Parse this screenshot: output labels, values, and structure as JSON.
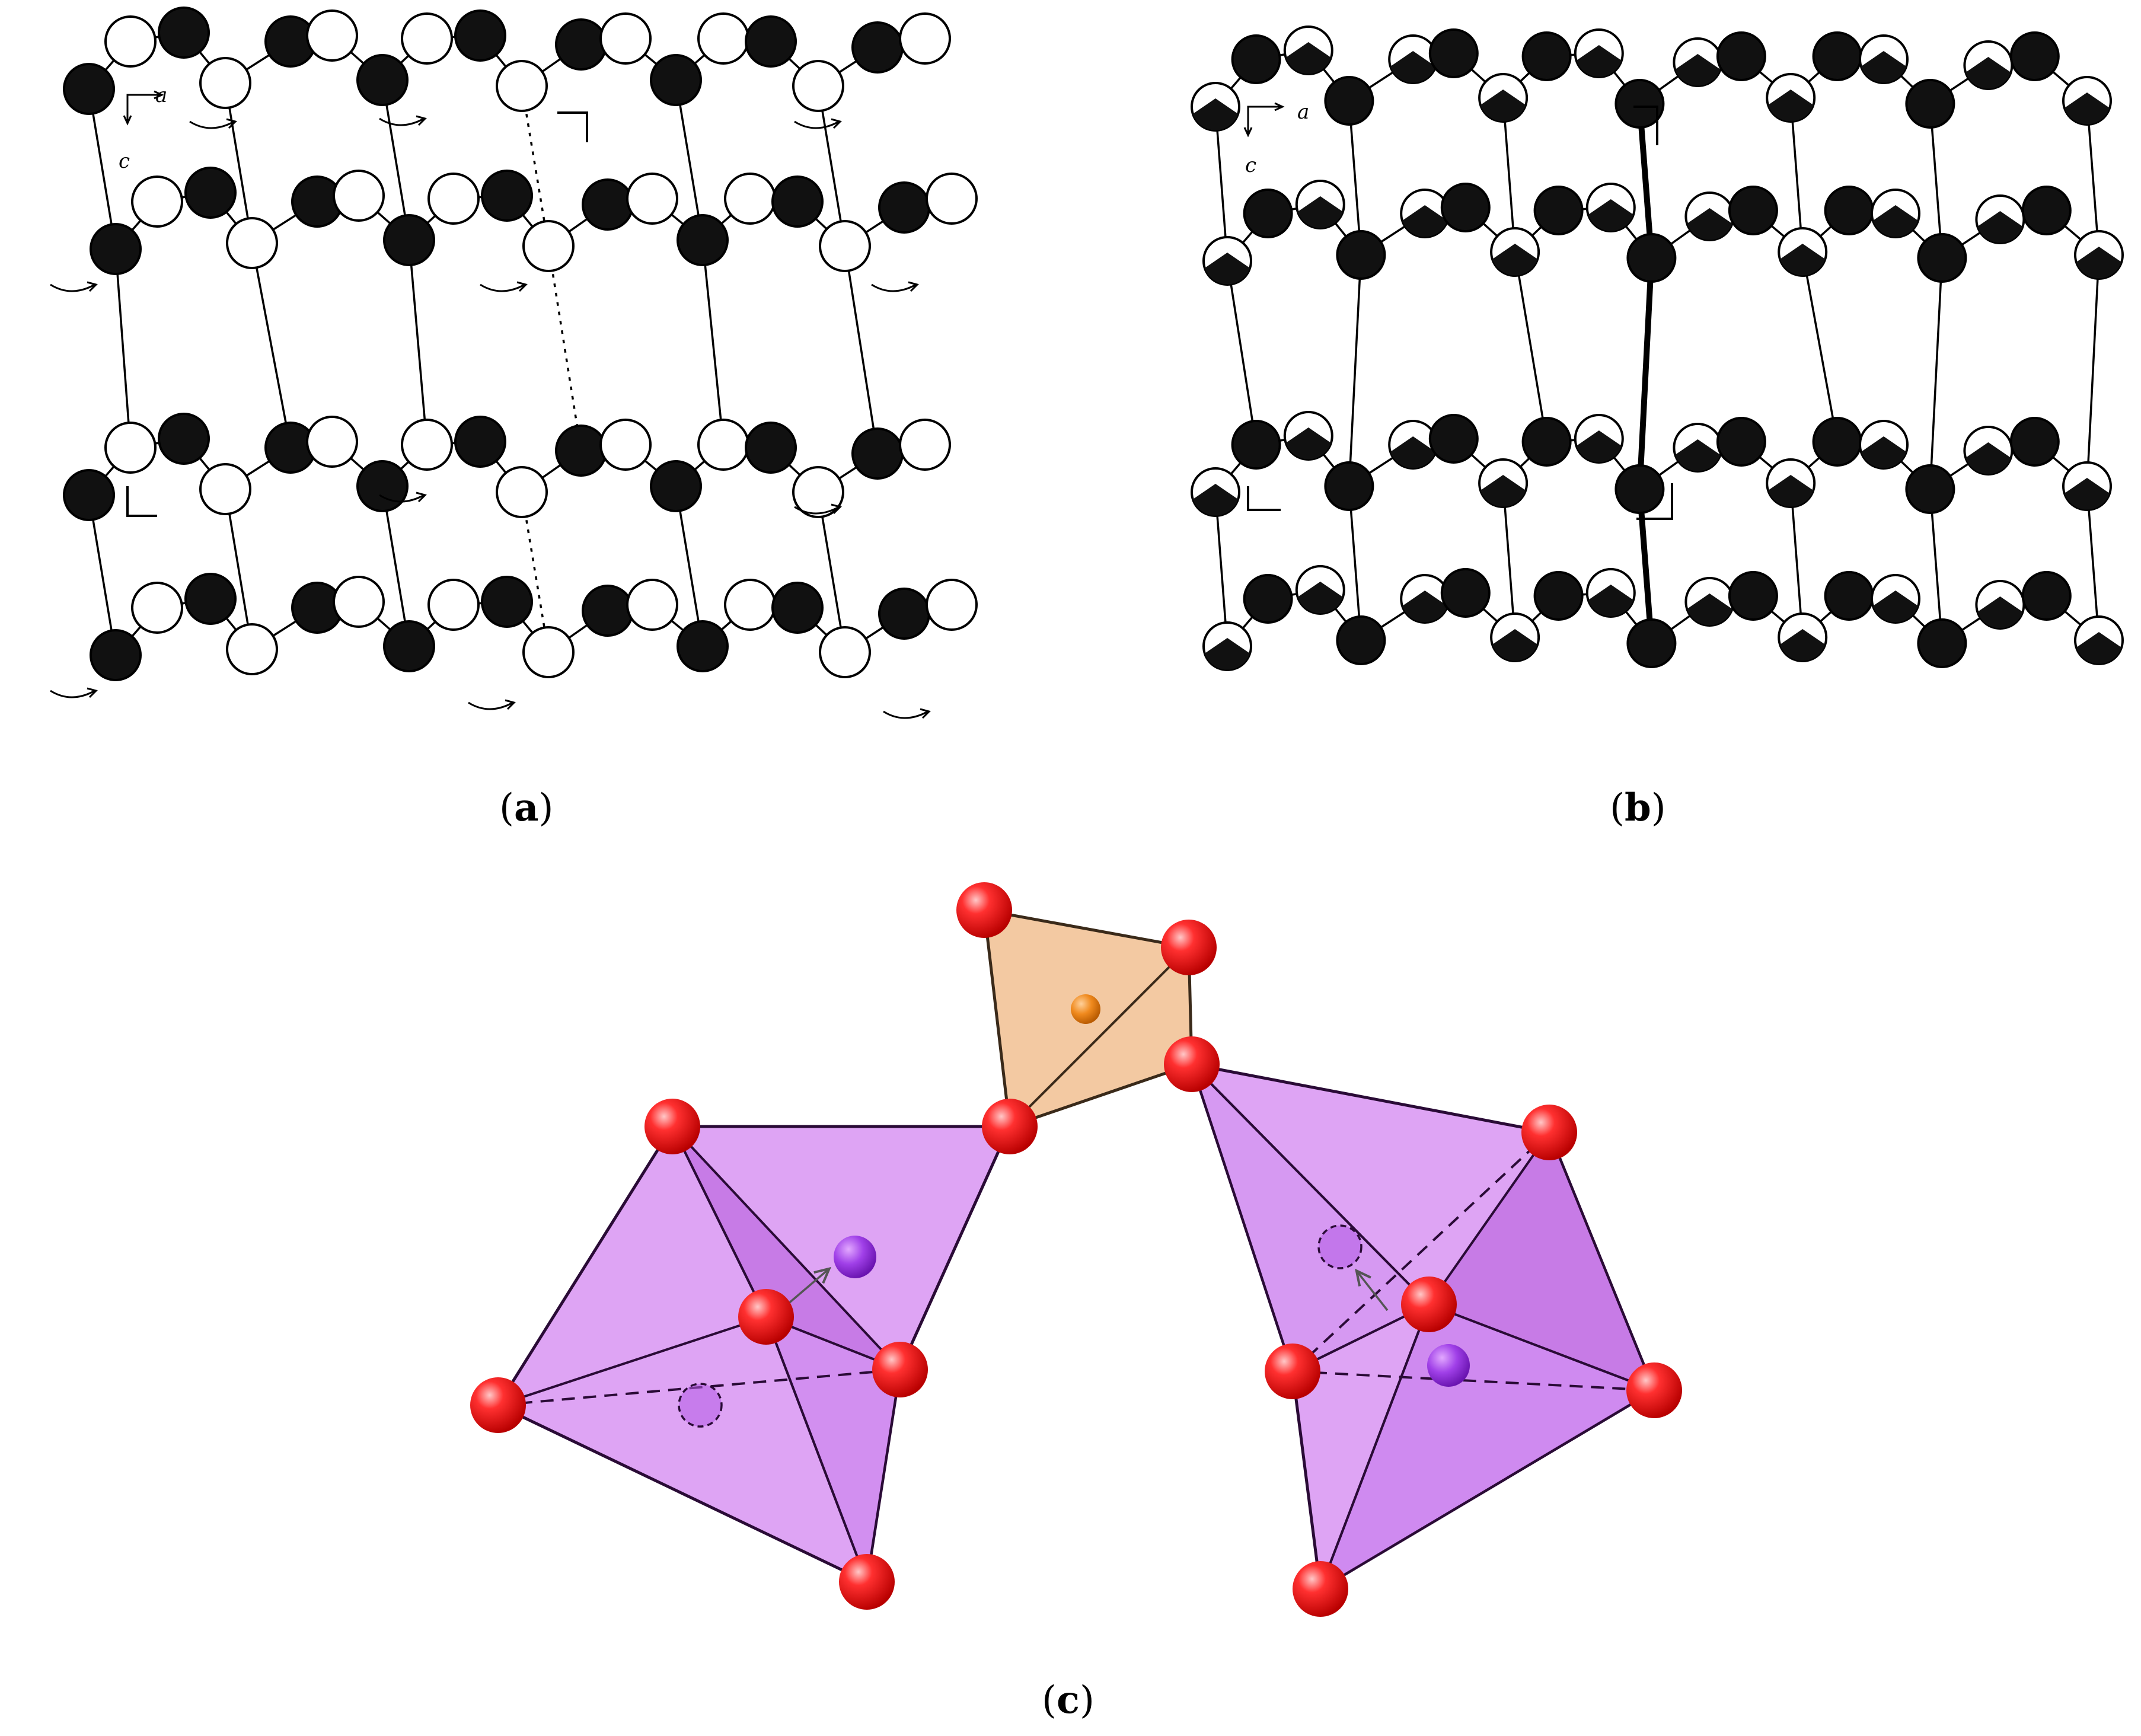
{
  "figure": {
    "panels": [
      {
        "id": "a",
        "caption_open": "(",
        "caption_label": "a",
        "caption_close": ")",
        "axis_labels": [
          "a",
          "c"
        ]
      },
      {
        "id": "b",
        "caption_open": "(",
        "caption_label": "b",
        "caption_close": ")",
        "axis_labels": [
          "a",
          "c"
        ]
      },
      {
        "id": "c",
        "caption_open": "(",
        "caption_label": "c",
        "caption_close": ")"
      }
    ]
  },
  "colors": {
    "ink": "#000000",
    "oxygen": "#e61010",
    "oxygen_highlight": "#ff9a9a",
    "tetrahedron_fill": "#f3c9a2",
    "tetrahedron_edge": "#3a2a1a",
    "tetra_center": "#f08a1e",
    "polyhedron_fill": "#dea4f4",
    "polyhedron_shade": "#c77be6",
    "polyhedron_edge": "#2a0b36",
    "cation": "#9a36e0"
  }
}
